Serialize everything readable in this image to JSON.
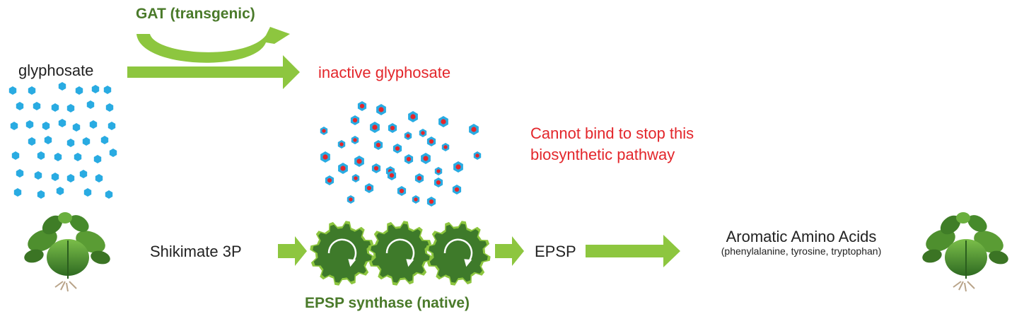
{
  "diagram": {
    "labels": {
      "gat": "GAT (transgenic)",
      "glyphosate": "glyphosate",
      "inactive_glyphosate": "inactive glyphosate",
      "cannot_bind_line1": "Cannot bind to stop this",
      "cannot_bind_line2": "biosynthetic pathway",
      "shikimate": "Shikimate 3P",
      "epsp": "EPSP",
      "aromatic": "Aromatic Amino Acids",
      "aromatic_sub": "(phenylalanine, tyrosine, tryptophan)",
      "synthase": "EPSP synthase (native)"
    },
    "colors": {
      "arrow_green": "#8dc63f",
      "gear_dark": "#3e7a2a",
      "gear_light": "#8dc63f",
      "title_green": "#4a7a2a",
      "red": "#e3262b",
      "hex_blue": "#29abe2",
      "plant_green": "#5c9e3a"
    },
    "icons": [
      "gear-icon",
      "plant-icon",
      "molecule-icon"
    ]
  }
}
